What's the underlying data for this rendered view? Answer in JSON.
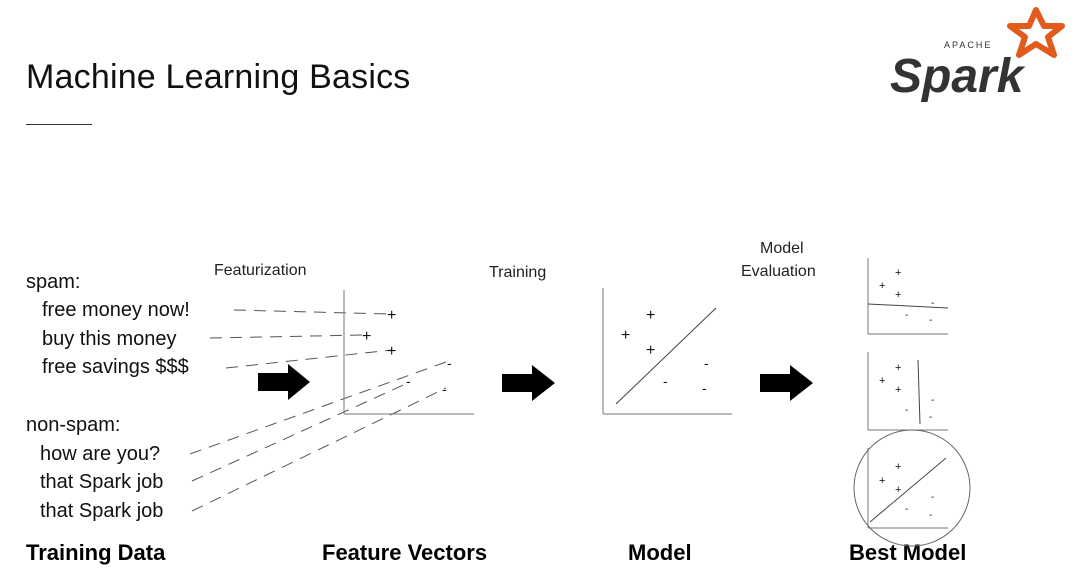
{
  "title": "Machine Learning Basics",
  "logo": {
    "small": "APACHE",
    "word": "Spark",
    "accent": "#e25a1c"
  },
  "stages": {
    "featurization": "Featurization",
    "training": "Training",
    "evaluation_line1": "Model",
    "evaluation_line2": "Evaluation"
  },
  "training_data": {
    "spam_header": "spam:",
    "spam_items": [
      "free money now!",
      "buy this money",
      "free savings $$$"
    ],
    "nonspam_header": "non-spam:",
    "nonspam_items": [
      "how are you?",
      "that Spark job",
      "that Spark job"
    ]
  },
  "bottom_labels": {
    "training_data": "Training Data",
    "feature_vectors": "Feature Vectors",
    "model": "Model",
    "best_model": "Best Model"
  },
  "plot_symbols": {
    "plus": "+",
    "minus": "-"
  }
}
